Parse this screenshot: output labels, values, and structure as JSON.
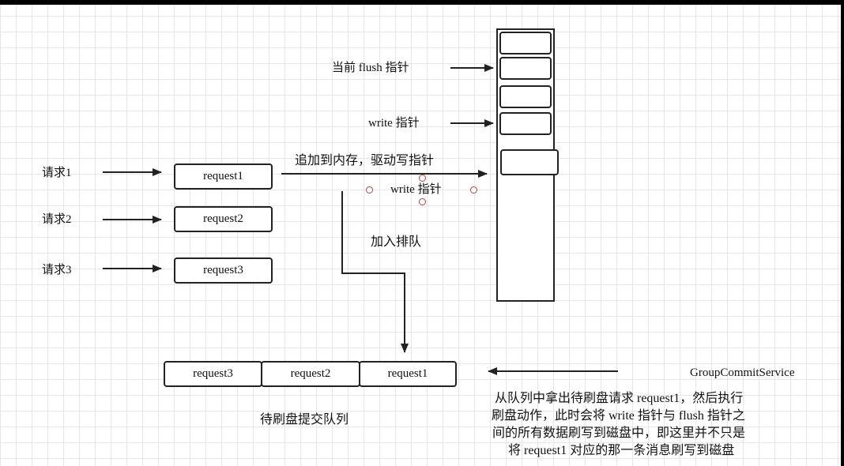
{
  "requests": {
    "labels": [
      "请求1",
      "请求2",
      "请求3"
    ],
    "boxes": [
      "request1",
      "request2",
      "request3"
    ]
  },
  "pointers": {
    "flush": "当前 flush 指针",
    "write": "write 指针",
    "write_moving": "write 指针"
  },
  "edges": {
    "append": "追加到内存，驱动写指针",
    "enqueue": "加入排队"
  },
  "queue": {
    "cells": [
      "request3",
      "request2",
      "request1"
    ],
    "label": "待刷盘提交队列"
  },
  "service": {
    "name": "GroupCommitService",
    "lines": [
      "从队列中拿出待刷盘请求 request1，然后执行",
      "刷盘动作，此时会将 write 指针与 flush 指针之",
      "间的所有数据刷写到磁盘中，即这里并不只是",
      "将 request1 对应的那一条消息刷写到磁盘"
    ]
  },
  "colors": {
    "stroke": "#222222",
    "grid": "#e6e6e6",
    "handle": "#b04040"
  }
}
